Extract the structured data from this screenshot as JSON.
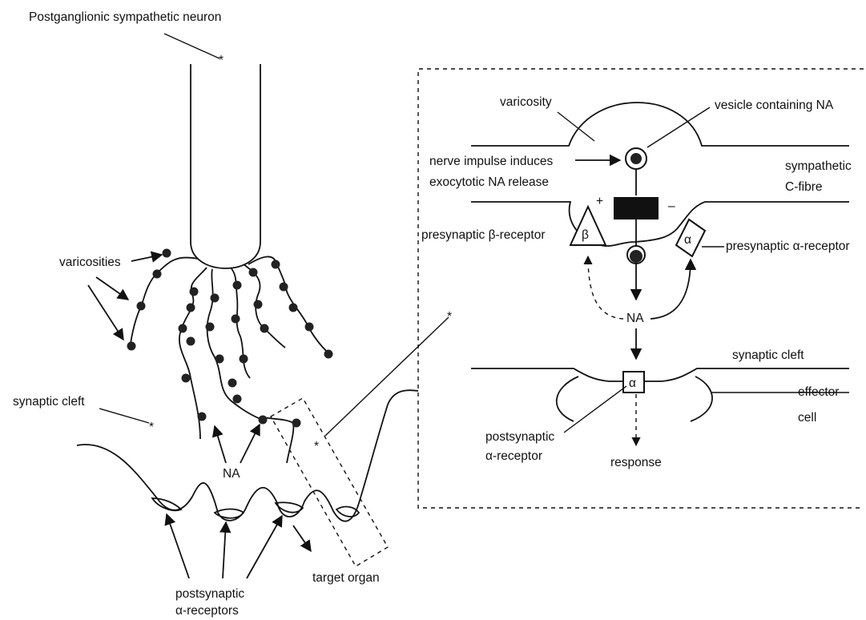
{
  "labels": {
    "neuron": "Postganglionic sympathetic neuron",
    "varicosities": "varicosities",
    "synaptic_cleft_left": "synaptic cleft",
    "na_left": "NA",
    "post_receptors_line1": "postsynaptic",
    "post_receptors_line2": "α-receptors",
    "target_organ": "target organ",
    "varicosity": "varicosity",
    "vesicle": "vesicle containing NA",
    "impulse_line1": "nerve impulse induces",
    "impulse_line2": "exocytotic NA release",
    "fibre_line1": "sympathetic",
    "fibre_line2": "C-fibre",
    "pre_beta": "presynaptic β-receptor",
    "pre_alpha": "presynaptic α-receptor",
    "beta_symbol": "β",
    "alpha_symbol": "α",
    "alpha_symbol_post": "α",
    "plus": "+",
    "minus": "–",
    "na_right": "NA",
    "synaptic_cleft_right": "synaptic cleft",
    "effector_line1": "effector",
    "effector_line2": "cell",
    "post_alpha_line1": "postsynaptic",
    "post_alpha_line2": "α-receptor",
    "response": "response",
    "star": "*"
  }
}
